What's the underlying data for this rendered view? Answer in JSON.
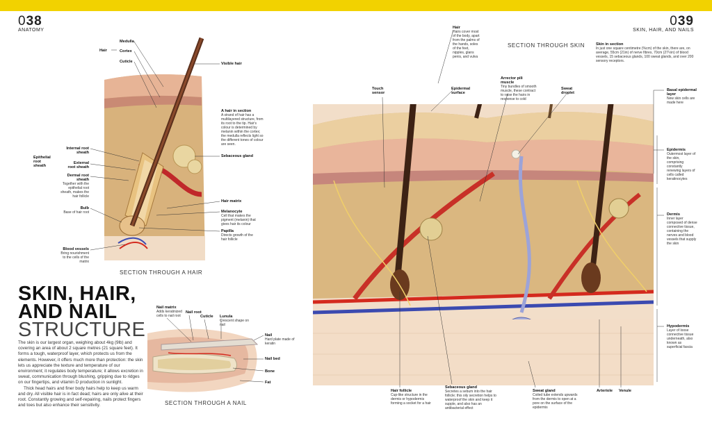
{
  "page_left": {
    "number_prefix": "0",
    "number": "38",
    "section": "ANATOMY"
  },
  "page_right": {
    "number_prefix": "0",
    "number": "39",
    "section": "SKIN, HAIR, AND NAILS"
  },
  "title": {
    "line1": "SKIN, HAIR,",
    "line2": "AND NAIL",
    "line3": "STRUCTURE"
  },
  "intro": {
    "p1": "The skin is our largest organ, weighing about 4kg (9lb) and covering an area of about 2 square metres (21 square feet). It forms a tough, waterproof layer, which protects us from the elements. However, it offers much more than protection: the skin lets us appreciate the texture and temperature of our environment; it regulates body temperature; it allows excretion in sweat, communication through blushing, gripping due to ridges on our fingertips, and vitamin D production in sunlight.",
    "p2": "Thick head hairs and finer body hairs help to keep us warm and dry. All visible hair is in fact dead; hairs are only alive at their root. Constantly growing and self-repairing, nails protect fingers and toes but also enhance their sensitivity."
  },
  "hair_section": {
    "caption": "SECTION THROUGH A HAIR",
    "labels": {
      "hair": "Hair",
      "medulla": "Medulla",
      "cortex": "Cortex",
      "cuticle": "Cuticle",
      "visible_hair": "Visible hair",
      "in_section_title": "A hair in section",
      "in_section_text": "A strand of hair has a multilayered structure, from its root to the tip. Hair's colour is determined by melanin within the cortex; the medulla reflects light so the different tones of colour are seen.",
      "internal_root_sheath": "Internal root sheath",
      "epithelial_root_sheath": "Epithelial root sheath",
      "external_root_sheath": "External root sheath",
      "dermal_root_sheath": "Dermal root sheath",
      "dermal_root_sheath_text": "Together with the epithelial root sheath, makes the hair follicle",
      "sebaceous_gland": "Sebaceous gland",
      "hair_matrix": "Hair matrix",
      "melanocyte": "Melanocyte",
      "melanocyte_text": "Cell that makes the pigment (melanin) that gives hair its colour",
      "bulb": "Bulb",
      "bulb_text": "Base of hair root",
      "papilla": "Papilla",
      "papilla_text": "Directs growth of the hair follicle",
      "blood_vessels": "Blood vessels",
      "blood_vessels_text": "Bring nourishment to the cells of the matrix"
    }
  },
  "nail_section": {
    "caption": "SECTION THROUGH A NAIL",
    "labels": {
      "nail_matrix": "Nail matrix",
      "nail_matrix_text": "Adds keratinized cells to nail root",
      "nail_root": "Nail root",
      "cuticle": "Cuticle",
      "lunula": "Lunula",
      "lunula_text": "Crescent shape on nail",
      "nail": "Nail",
      "nail_text": "Hard plate made of keratin",
      "nail_bed": "Nail bed",
      "bone": "Bone",
      "fat": "Fat"
    }
  },
  "skin_section": {
    "caption": "SECTION THROUGH SKIN",
    "labels": {
      "touch_sensor": "Touch sensor",
      "hair": "Hair",
      "hair_text": "Hairs cover most of the body, apart from the palms of the hands, soles of the feet, nipples, glans penis, and vulva",
      "epidermal_surface": "Epidermal surface",
      "arrector_pili": "Arrector pili muscle",
      "arrector_pili_text": "Tiny bundles of smooth muscle, these contract to raise the hairs in response to cold",
      "sweat_droplet": "Sweat droplet",
      "skin_in_section": "Skin in section",
      "skin_in_section_text": "In just one square centimetre (%cm) of the skin, there are, on average, 55cm (21in) of nerve fibres, 70cm (27½in) of blood vessels, 15 sebaceous glands, 100 sweat glands, and over 200 sensory receptors.",
      "basal_epidermal_layer": "Basal epidermal layer",
      "basal_epidermal_layer_text": "New skin cells are made here",
      "epidermis": "Epidermis",
      "epidermis_text": "Outermost layer of the skin, comprising constantly renewing layers of cells called keratinocytes",
      "dermis": "Dermis",
      "dermis_text": "Inner layer composed of dense connective tissue, containing the nerves and blood vessels that supply the skin",
      "hypodermis": "Hypodermis",
      "hypodermis_text": "Layer of loose connective tissue underneath, also known as superficial fascia",
      "hair_follicle": "Hair follicle",
      "hair_follicle_text": "Cup-like structure in the dermis or hypodermis forming a socket for a hair",
      "sebaceous_gland": "Sebaceous gland",
      "sebaceous_gland_text": "Secretes a sebum into the hair follicle; this oily secretion helps to waterproof the skin and keep it supple, and also has an antibacterial effect",
      "sweat_gland": "Sweat gland",
      "sweat_gland_text": "Coiled tube extends upwards from the dermis to open at a pore on the surface of the epidermis",
      "arteriole": "Arteriole",
      "venule": "Venule"
    }
  },
  "colors": {
    "accent": "#f2d200",
    "skin_tan": "#d9b57c",
    "epidermis": "#e9b89a",
    "artery": "#d42a1e",
    "vein": "#3b4ab0",
    "fat": "#f2dcc4"
  }
}
